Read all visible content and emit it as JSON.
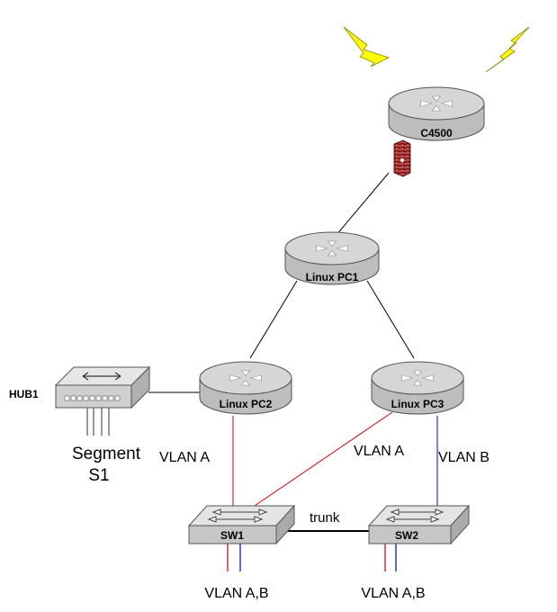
{
  "devices": {
    "c4500": "C4500",
    "pc1": "Linux PC1",
    "pc2": "Linux PC2",
    "pc3": "Linux PC3",
    "hub1": "HUB1",
    "sw1": "SW1",
    "sw2": "SW2"
  },
  "segment": {
    "line1": "Segment",
    "line2": "S1"
  },
  "links": {
    "pc2_sw1": "VLAN A",
    "pc3_sw1": "VLAN A",
    "pc3_sw2": "VLAN B",
    "sw1_sw2": "trunk"
  },
  "ports": {
    "sw1": "VLAN A,B",
    "sw2": "VLAN A,B"
  },
  "colors": {
    "vlan_a": "#cc0000",
    "vlan_b": "#0000cc",
    "device_gray": "#c8c8c8",
    "lightning": "#ffff00"
  },
  "icons": {
    "router": "router-icon",
    "switch": "switch-icon",
    "hub": "hub-icon",
    "firewall": "firewall-icon",
    "lightning": "lightning-icon"
  }
}
